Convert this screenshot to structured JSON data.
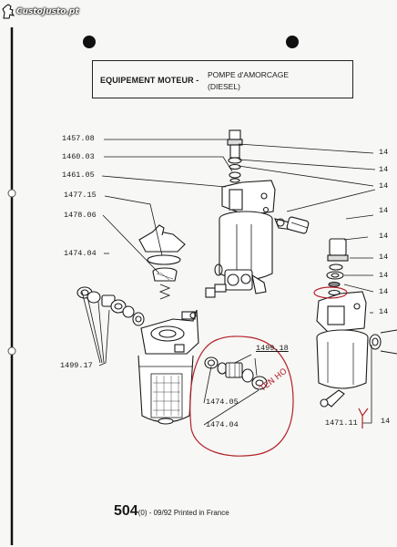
{
  "watermark": "CustoJusto.pt",
  "header": {
    "title": "EQUIPEMENT MOTEUR -",
    "subtitle_line1": "POMPE d'AMORCAGE",
    "subtitle_line2": "(DIESEL)"
  },
  "left_refs": [
    "1457.08",
    "1460.03",
    "1461.05",
    "1477.15",
    "1478.06",
    "1474.04",
    "1499.17"
  ],
  "right_refs": [
    "14",
    "14",
    "14",
    "14",
    "14",
    "14",
    "14",
    "14",
    "14",
    "14"
  ],
  "inset_refs": [
    "1499.18",
    "1474.05",
    "1474.04"
  ],
  "bottom_right_ref": "1471.11",
  "handwritten_note": "TEN HO",
  "footer": {
    "number": "504",
    "suffix": "(0) - 09/92 Printed in France"
  },
  "colors": {
    "ink": "#1a1a1a",
    "annotation": "#b5202a",
    "paper": "#f7f7f5"
  }
}
